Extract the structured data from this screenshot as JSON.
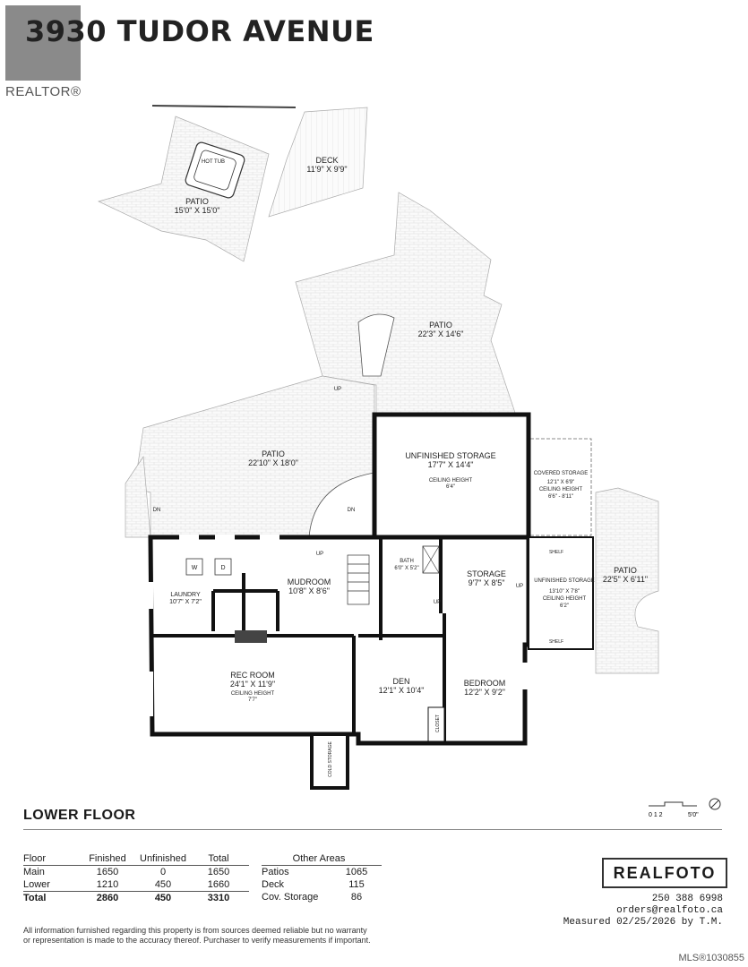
{
  "header": {
    "title": "3930 TUDOR AVENUE",
    "logo_text": "REALTOR®"
  },
  "rooms": {
    "deck": {
      "name": "DECK",
      "dims": "11'9\" X 9'9\""
    },
    "hot_tub": {
      "name": "HOT TUB"
    },
    "patio_top_left": {
      "name": "PATIO",
      "dims": "15'0\" X 15'0\""
    },
    "patio_top_right": {
      "name": "PATIO",
      "dims": "22'3\" X 14'6\""
    },
    "patio_mid": {
      "name": "PATIO",
      "dims": "22'10\" X 18'0\""
    },
    "unfinished_storage": {
      "name": "UNFINISHED STORAGE",
      "dims": "17'7\" X 14'4\"",
      "ceiling_label": "CEILING HEIGHT",
      "ceiling": "6'4\""
    },
    "covered_storage": {
      "name": "COVERED STORAGE",
      "dims": "12'1\" X 6'9\"",
      "ceiling_label": "CEILING HEIGHT",
      "ceiling": "6'6\" - 8'11\""
    },
    "patio_right": {
      "name": "PATIO",
      "dims": "22'5\" X 6'11\""
    },
    "laundry": {
      "name": "LAUNDRY",
      "dims": "10'7\" X 7'2\""
    },
    "mudroom": {
      "name": "MUDROOM",
      "dims": "10'8\" X 8'6\""
    },
    "bath": {
      "name": "BATH",
      "dims": "6'0\" X 5'2\""
    },
    "storage": {
      "name": "STORAGE",
      "dims": "9'7\" X 8'5\""
    },
    "unfinished_storage_2": {
      "name": "UNFINISHED STORAGE",
      "dims": "13'10\" X 7'8\"",
      "ceiling_label": "CEILING HEIGHT",
      "ceiling": "6'2\""
    },
    "shelf_top": {
      "name": "SHELF"
    },
    "shelf_bottom": {
      "name": "SHELF"
    },
    "rec_room": {
      "name": "REC ROOM",
      "dims": "24'1\" X 11'9\"",
      "ceiling_label": "CEILING HEIGHT",
      "ceiling": "7'7\""
    },
    "den": {
      "name": "DEN",
      "dims": "12'1\" X 10'4\""
    },
    "bedroom": {
      "name": "BEDROOM",
      "dims": "12'2\" X 9'2\""
    },
    "closet": {
      "name": "CLOSET"
    },
    "cold_storage": {
      "name": "COLD STORAGE"
    },
    "washer": "W",
    "dryer": "D",
    "up": "UP",
    "dn": "DN"
  },
  "scale": {
    "ticks": "0 1 2",
    "end": "5'0\""
  },
  "floor_label": "LOWER FLOOR",
  "finished_table": {
    "headers": [
      "Floor",
      "Finished",
      "Unfinished",
      "Total"
    ],
    "rows": [
      [
        "Main",
        "1650",
        "0",
        "1650"
      ],
      [
        "Lower",
        "1210",
        "450",
        "1660"
      ]
    ],
    "total": [
      "Total",
      "2860",
      "450",
      "3310"
    ]
  },
  "other_table": {
    "header": "Other Areas",
    "rows": [
      [
        "Patios",
        "1065"
      ],
      [
        "Deck",
        "115"
      ],
      [
        "Cov. Storage",
        "86"
      ]
    ]
  },
  "disclaimer": "All information furnished regarding this property is from sources deemed reliable but no warranty or representation is made to the accuracy thereof. Purchaser to verify measurements if important.",
  "brand": {
    "name": "REALFOTO",
    "phone": "250 388 6998",
    "email": "orders@realfoto.ca",
    "measured": "Measured 02/25/2026 by T.M."
  },
  "mls": "MLS®1030855"
}
